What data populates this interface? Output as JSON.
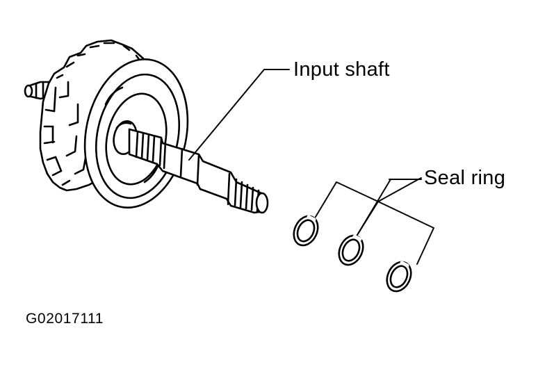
{
  "labels": {
    "input_shaft": "Input shaft",
    "seal_ring": "Seal ring"
  },
  "figure_id": "G02017111",
  "colors": {
    "ink": "#000000",
    "paper": "#ffffff"
  }
}
